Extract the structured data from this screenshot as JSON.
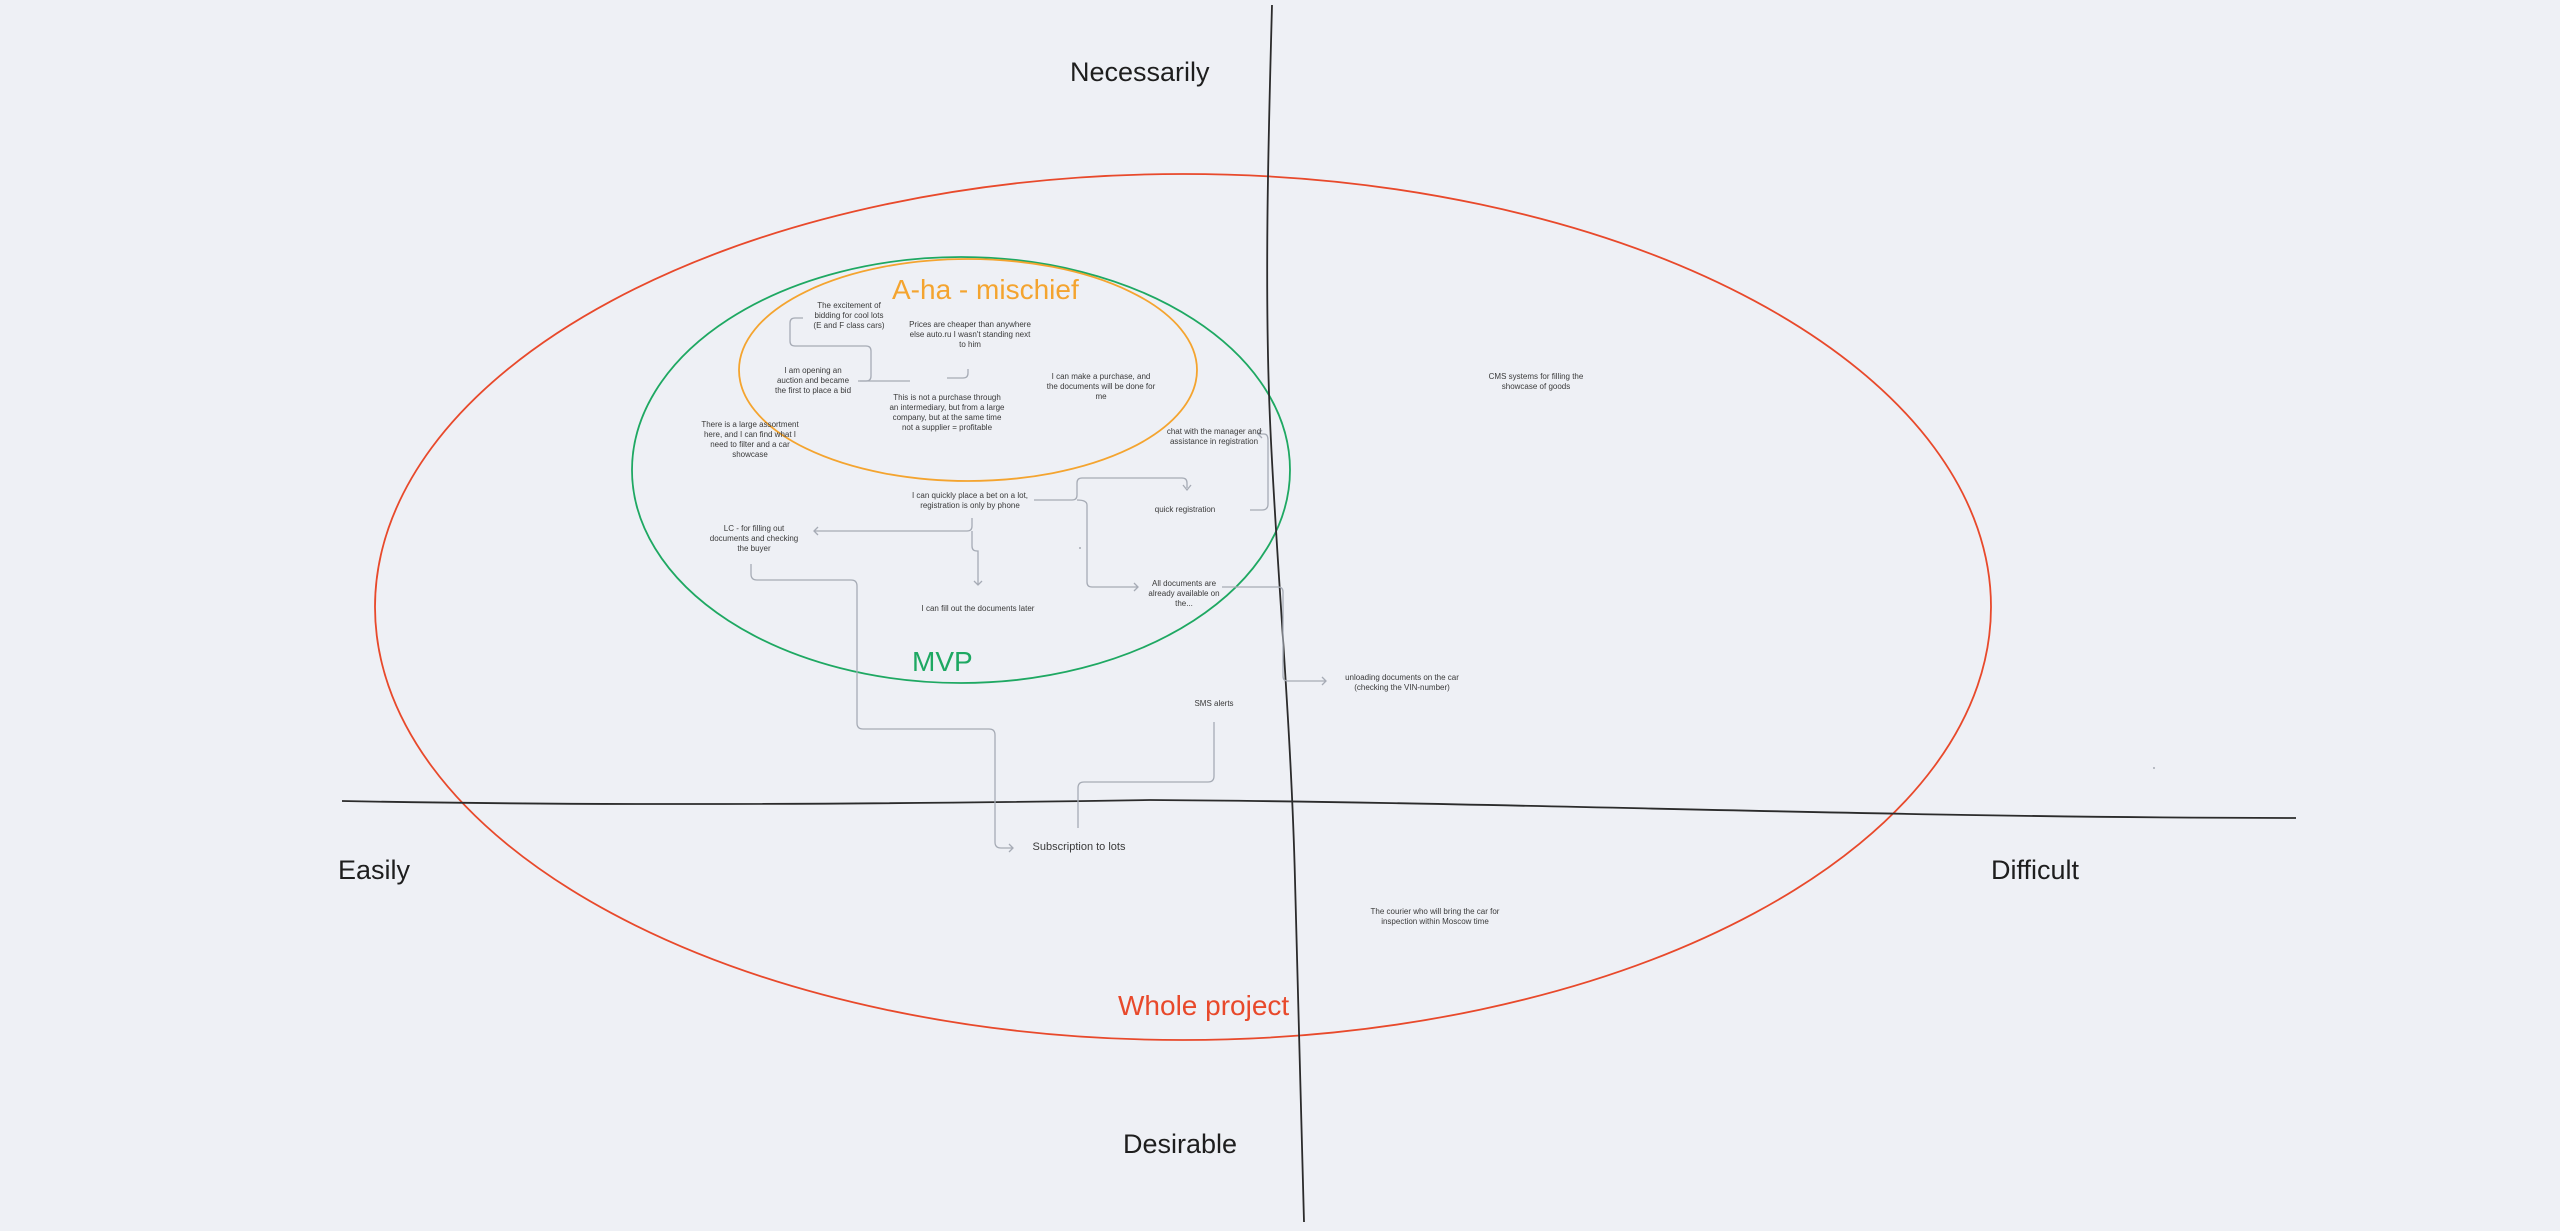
{
  "axes": {
    "top": "Necessarily",
    "bottom": "Desirable",
    "left": "Easily",
    "right": "Difficult"
  },
  "regions": {
    "whole_project": "Whole project",
    "mvp": "MVP",
    "aha": "A-ha - mischief"
  },
  "colors": {
    "whole_project": "#e8492b",
    "mvp": "#1ea862",
    "aha": "#f4a42f",
    "axis": "#2b2b2b",
    "connector": "#a6abb5",
    "background": "#eef0f5"
  },
  "notes": {
    "excitement": "The excitement of bidding for cool lots (E and F class cars)",
    "prices": "Prices are cheaper than anywhere else auto.ru I wasn't standing next to him",
    "opening_auction": "I am opening an auction and became the first to place a bid",
    "make_purchase": "I can make a purchase, and the documents will be done for me",
    "not_intermediary": "This is not a purchase through an intermediary, but from a large company, but at the same time not a supplier = profitable",
    "large_assortment": "There is a large assortment here, and I can find what I need to filter and a car showcase",
    "chat_manager": "chat with the manager and assistance in registration",
    "quick_bet": "I can quickly place a bet on a lot, registration is only by phone",
    "quick_registration": "quick registration",
    "lc_documents": "LC - for filling out documents and checking the buyer",
    "all_documents": "All documents are already available on the...",
    "fill_later": "I can fill out the documents later",
    "unloading": "unloading documents on the car (checking the VIN-number)",
    "sms": "SMS alerts",
    "subscription": "Subscription to lots",
    "cms": "CMS systems for filling the showcase of goods",
    "courier": "The courier who will bring the car for inspection within Moscow time"
  }
}
